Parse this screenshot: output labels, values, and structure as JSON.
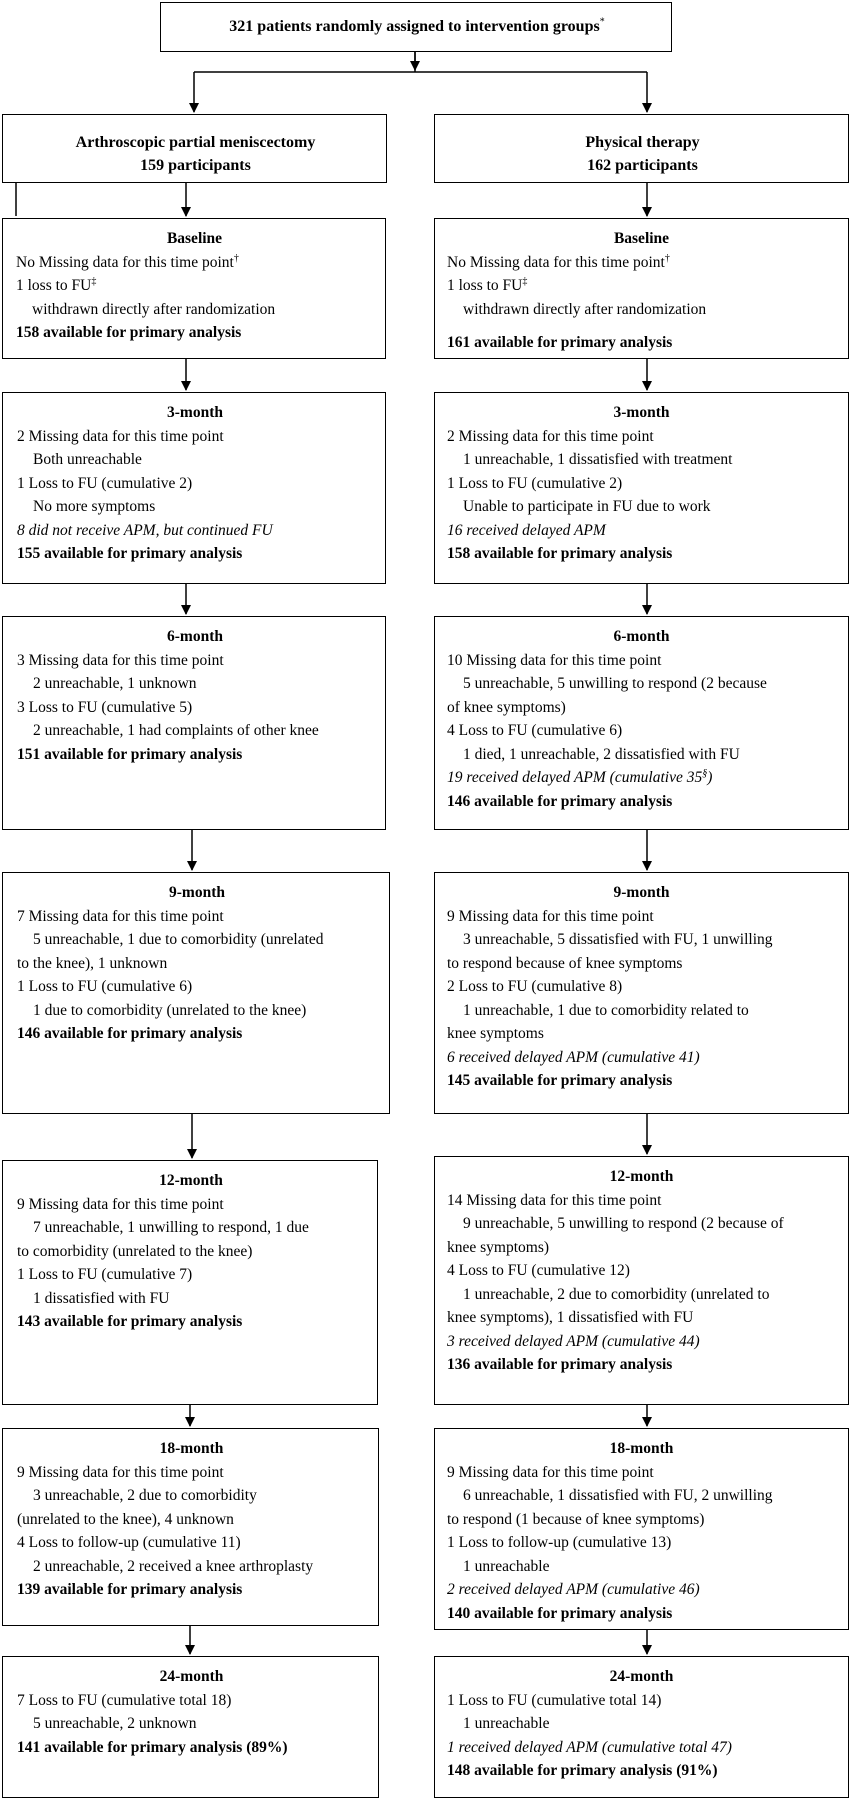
{
  "top": {
    "text": "321 patients randomly assigned to intervention groups",
    "sup": "*"
  },
  "arms": [
    {
      "title": "Arthroscopic partial meniscectomy",
      "count": "159 participants"
    },
    {
      "title": "Physical therapy",
      "count": "162 participants"
    }
  ],
  "left": {
    "baseline": {
      "title": "Baseline",
      "l1": "No Missing data for this time point",
      "l1_sup": "†",
      "l2": "1 loss to FU",
      "l2_sup": "‡",
      "l3": "withdrawn directly after randomization",
      "l4": "158 available for primary analysis"
    },
    "m3": {
      "title": "3-month",
      "l1": "2 Missing data for this time point",
      "l2": "Both unreachable",
      "l3": "1 Loss to FU (cumulative 2)",
      "l4": "No more symptoms",
      "l5": "8 did not receive APM, but continued FU",
      "l6": "155 available for primary analysis"
    },
    "m6": {
      "title": "6-month",
      "l1": "3 Missing data for this time point",
      "l2": "2 unreachable, 1 unknown",
      "l3": "3 Loss to FU (cumulative 5)",
      "l4": "2 unreachable, 1 had complaints of other knee",
      "l5": "151 available for primary analysis"
    },
    "m9": {
      "title": "9-month",
      "l1": "7 Missing data for this time point",
      "l2": "5 unreachable, 1 due to comorbidity (unrelated",
      "l3": "to the knee), 1 unknown",
      "l4": "1 Loss to FU (cumulative 6)",
      "l5": "1 due to comorbidity (unrelated to the knee)",
      "l6": "146 available for primary analysis"
    },
    "m12": {
      "title": "12-month",
      "l1": "9 Missing data for this time point",
      "l2": "7 unreachable, 1 unwilling to respond, 1 due",
      "l3": "to comorbidity (unrelated to the knee)",
      "l4": "1 Loss to FU (cumulative 7)",
      "l5": "1 dissatisfied with FU",
      "l6": "143 available for primary analysis"
    },
    "m18": {
      "title": "18-month",
      "l1": "9 Missing data for this time point",
      "l2": "3 unreachable, 2 due to comorbidity",
      "l3": "(unrelated to the knee), 4 unknown",
      "l4": "4 Loss to follow-up (cumulative 11)",
      "l5": "2 unreachable, 2 received a knee arthroplasty",
      "l6": "139 available for primary analysis"
    },
    "m24": {
      "title": "24-month",
      "l1": "7 Loss to FU (cumulative total 18)",
      "l2": "5 unreachable, 2 unknown",
      "l3": "141 available for primary analysis (89%)"
    }
  },
  "right": {
    "baseline": {
      "title": "Baseline",
      "l1": "No Missing data for this time point",
      "l1_sup": "†",
      "l2": "1 loss to FU",
      "l2_sup": "‡",
      "l3": "withdrawn directly after randomization",
      "l4": "161 available for primary analysis"
    },
    "m3": {
      "title": "3-month",
      "l1": "2 Missing data for this time point",
      "l2": "1 unreachable, 1 dissatisfied with treatment",
      "l3": "1 Loss to FU (cumulative 2)",
      "l4": "Unable to participate in FU due to work",
      "l5": "16 received delayed APM",
      "l6": "158 available for primary analysis"
    },
    "m6": {
      "title": "6-month",
      "l1": "10 Missing data for this time point",
      "l2": "5 unreachable, 5 unwilling to respond (2 because",
      "l3": "of knee symptoms)",
      "l4": "4 Loss to FU (cumulative 6)",
      "l5": "1 died, 1 unreachable, 2 dissatisfied with FU",
      "l6": "19  received delayed APM (cumulative 35",
      "l6_sup": "§",
      "l6_end": ")",
      "l7": "146 available for primary analysis"
    },
    "m9": {
      "title": "9-month",
      "l1": "9 Missing data for this time point",
      "l2": "3 unreachable, 5 dissatisfied with FU, 1 unwilling",
      "l3": "to respond because of knee symptoms",
      "l4": "2 Loss to FU (cumulative 8)",
      "l5": "1 unreachable, 1 due to comorbidity related to",
      "l6": "knee symptoms",
      "l7": "6 received delayed APM (cumulative 41)",
      "l8": "145 available for primary analysis"
    },
    "m12": {
      "title": "12-month",
      "l1": "14 Missing data for this time point",
      "l2": "9 unreachable, 5 unwilling to respond (2 because of",
      "l3": "knee symptoms)",
      "l4": "4 Loss to FU (cumulative 12)",
      "l5": "1 unreachable, 2 due to comorbidity (unrelated to",
      "l6": "knee symptoms), 1 dissatisfied with FU",
      "l7": "3 received delayed APM (cumulative 44)",
      "l8": "136 available for primary analysis"
    },
    "m18": {
      "title": "18-month",
      "l1": "9 Missing data for this time point",
      "l2": "6 unreachable, 1 dissatisfied with FU, 2 unwilling",
      "l3": "to respond (1 because of knee symptoms)",
      "l4": "1 Loss to follow-up (cumulative 13)",
      "l5": "1 unreachable",
      "l6": "2 received delayed APM (cumulative 46)",
      "l7": "140 available for primary analysis"
    },
    "m24": {
      "title": "24-month",
      "l1": "1 Loss to FU (cumulative total 14)",
      "l2": "1 unreachable",
      "l3": "1 received delayed APM (cumulative total  47)",
      "l4": "148 available for primary analysis (91%)"
    }
  }
}
